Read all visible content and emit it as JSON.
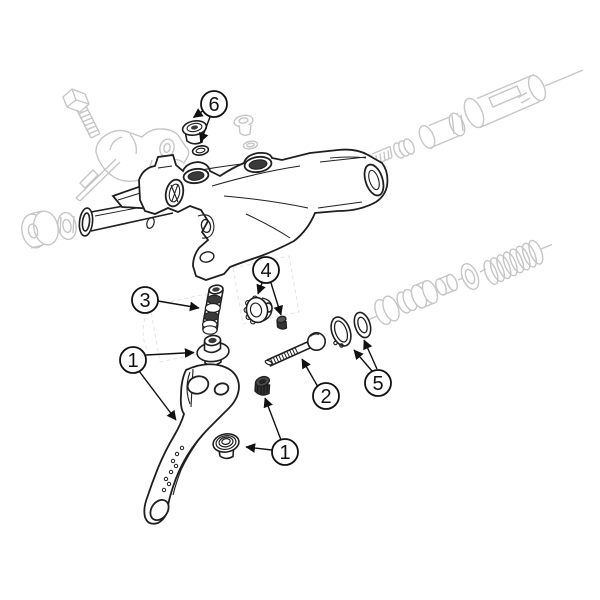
{
  "diagram": {
    "type": "exploded-parts-diagram",
    "subject": "hydraulic brake lever assembly",
    "background_color": "#ffffff",
    "colors": {
      "primary_line": "#1f1f1f",
      "secondary_line": "#c6c6c6",
      "ghost_line": "#e4e4e4",
      "dark_fill": "#3a3a3a",
      "callout_stroke": "#111111"
    },
    "callouts": [
      {
        "label": "6",
        "points_to": [
          "cover-screw",
          "o-ring"
        ]
      },
      {
        "label": "3",
        "points_to": [
          "pushrod"
        ]
      },
      {
        "label": "4",
        "points_to": [
          "reach-adjust-knob",
          "set-screw"
        ]
      },
      {
        "label": "1",
        "points_to": [
          "pivot-bushing",
          "lever-blade"
        ]
      },
      {
        "label": "1",
        "points_to": [
          "barrel-adjuster",
          "flanged-nut"
        ]
      },
      {
        "label": "2",
        "points_to": [
          "pivot-bolt"
        ]
      },
      {
        "label": "5",
        "points_to": [
          "circlip",
          "washer"
        ]
      }
    ]
  }
}
